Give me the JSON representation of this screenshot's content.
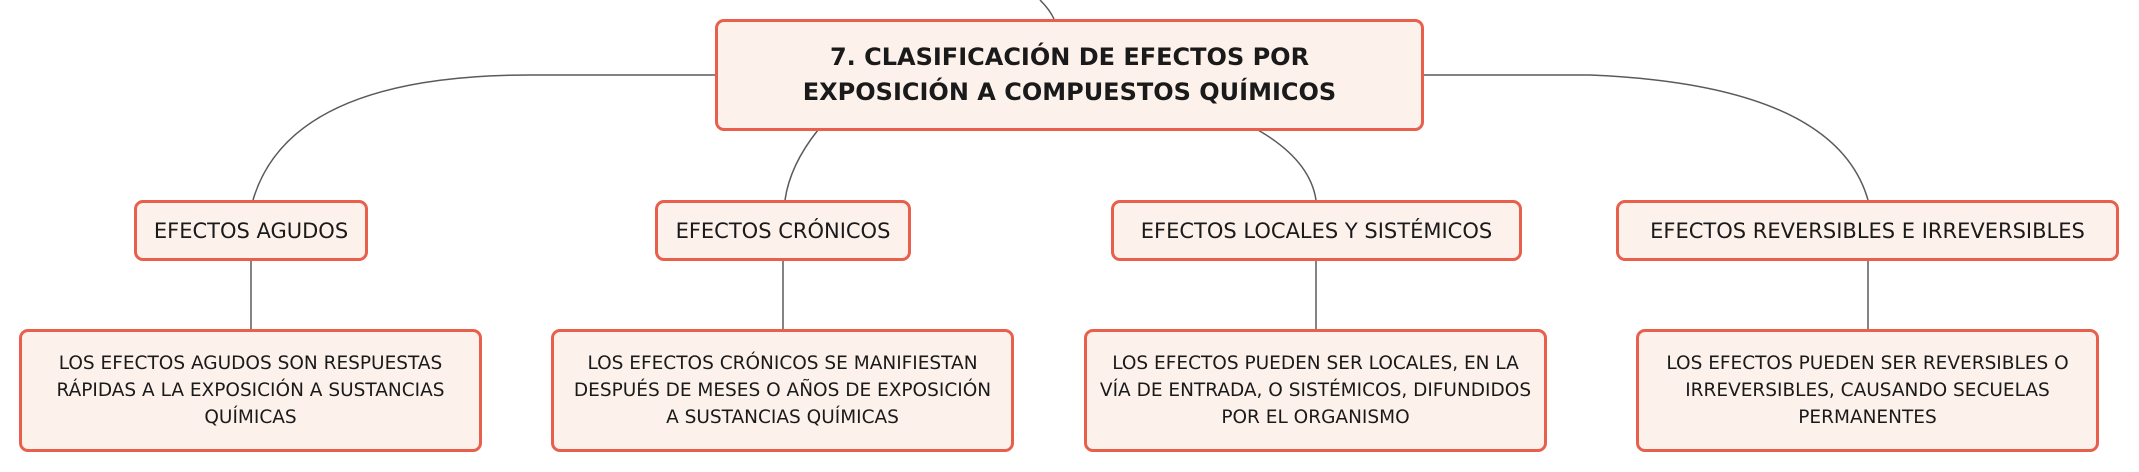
{
  "title": "7. CLASIFICACIÓN DE EFECTOS POR EXPOSICIÓN A COMPUESTOS QUÍMICOS",
  "categories": [
    {
      "label": "EFECTOS AGUDOS",
      "description": "LOS EFECTOS AGUDOS SON RESPUESTAS RÁPIDAS A LA EXPOSICIÓN A SUSTANCIAS QUÍMICAS"
    },
    {
      "label": "EFECTOS CRÓNICOS",
      "description": "LOS EFECTOS CRÓNICOS SE MANIFIESTAN DESPUÉS DE MESES O AÑOS DE EXPOSICIÓN A SUSTANCIAS QUÍMICAS"
    },
    {
      "label": "EFECTOS LOCALES Y SISTÉMICOS",
      "description": "LOS EFECTOS PUEDEN SER LOCALES, EN LA VÍA DE ENTRADA, O SISTÉMICOS, DIFUNDIDOS POR EL ORGANISMO"
    },
    {
      "label": "EFECTOS REVERSIBLES E IRREVERSIBLES",
      "description": "LOS EFECTOS PUEDEN SER REVERSIBLES O IRREVERSIBLES, CAUSANDO SECUELAS PERMANENTES"
    }
  ],
  "colors": {
    "node_border": "#e8604c",
    "node_fill": "#fdf1ec",
    "connector": "#5a5a5a",
    "text": "#1a1a1a"
  }
}
